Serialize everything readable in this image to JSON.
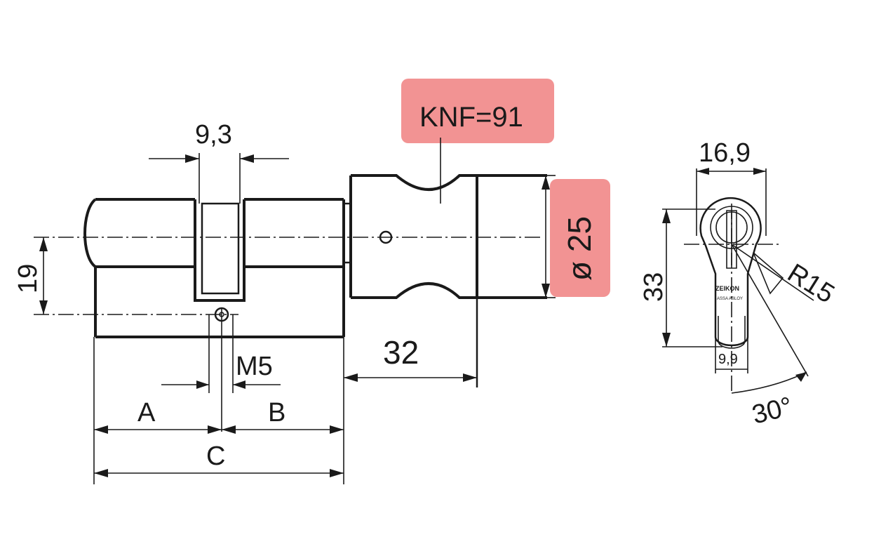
{
  "labels": {
    "slot_width": "9,3",
    "knob_code": "KNF=91",
    "knob_diameter": "ø 25",
    "offset_19": "19",
    "screw": "M5",
    "knob_length": "32",
    "dim_a": "A",
    "dim_b": "B",
    "dim_c": "C",
    "profile_width": "16,9",
    "profile_height": "33",
    "radius": "R15",
    "bottom_width": "9,9",
    "angle": "30°",
    "brand": "ZEIKON",
    "brand_sub": "ASSA ABLOY"
  },
  "colors": {
    "line": "#1a1a1a",
    "highlight": "#f08080"
  }
}
